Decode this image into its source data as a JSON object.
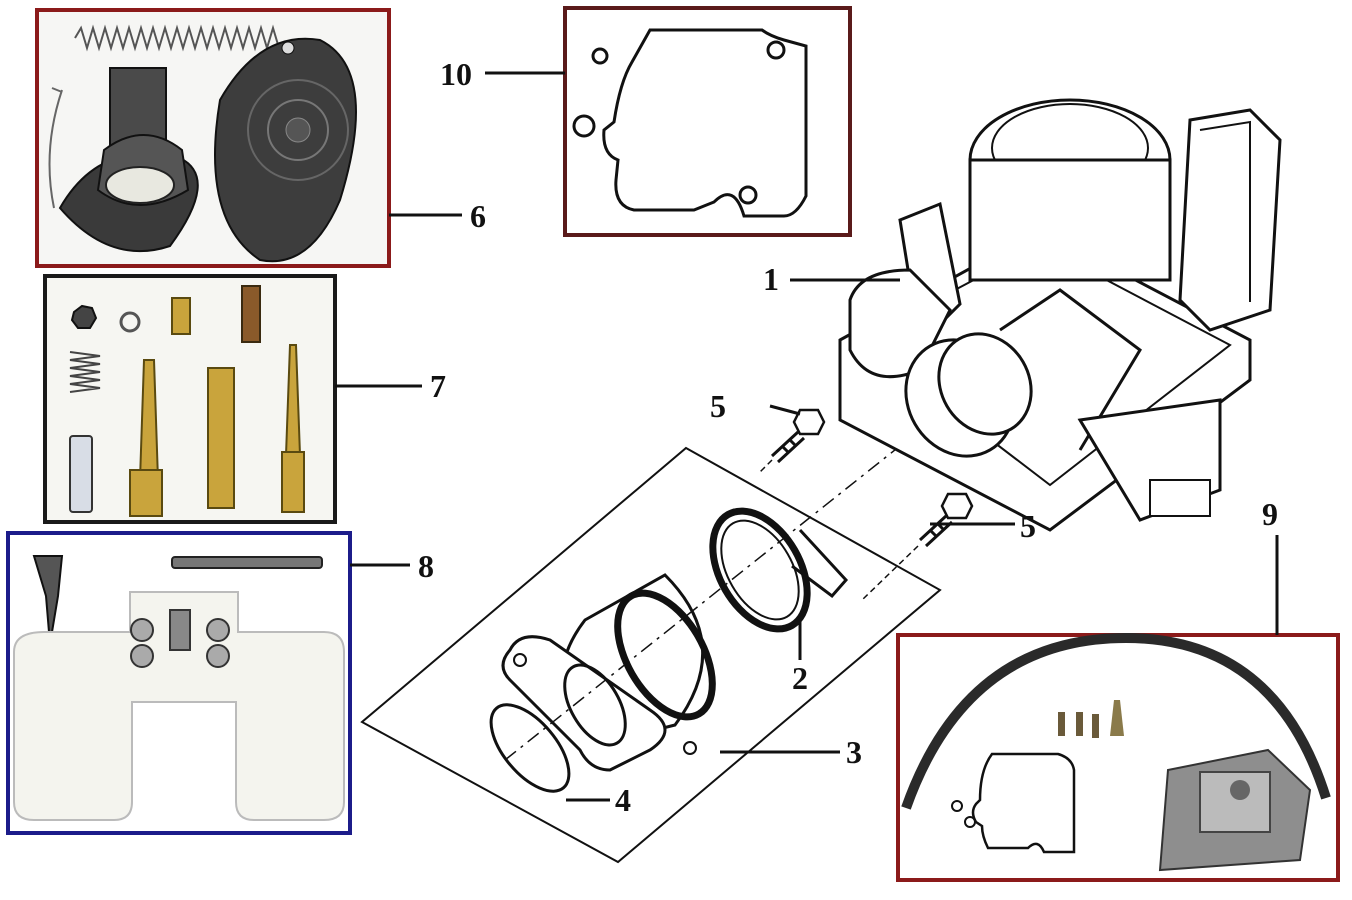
{
  "callouts": {
    "c1": "1",
    "c2": "2",
    "c3": "3",
    "c4": "4",
    "c5a": "5",
    "c5b": "5",
    "c6": "6",
    "c7": "7",
    "c8": "8",
    "c9": "9",
    "c10": "10"
  },
  "colors": {
    "frame_red": "#8b1a1a",
    "frame_dark": "#1a1a1a",
    "frame_blue": "#1c1c8a",
    "line": "#111111",
    "brass": "#c9a43c",
    "white_plastic": "#f4f4ee",
    "dark_rubber": "#333333"
  },
  "parts": [
    "carburetor-body",
    "intake-band-clamp",
    "intake-manifold-kit",
    "o-ring",
    "screw",
    "diaphragm-slide-kit",
    "jet-kit",
    "float-assembly",
    "rebuild-kit",
    "float-bowl-gasket"
  ]
}
